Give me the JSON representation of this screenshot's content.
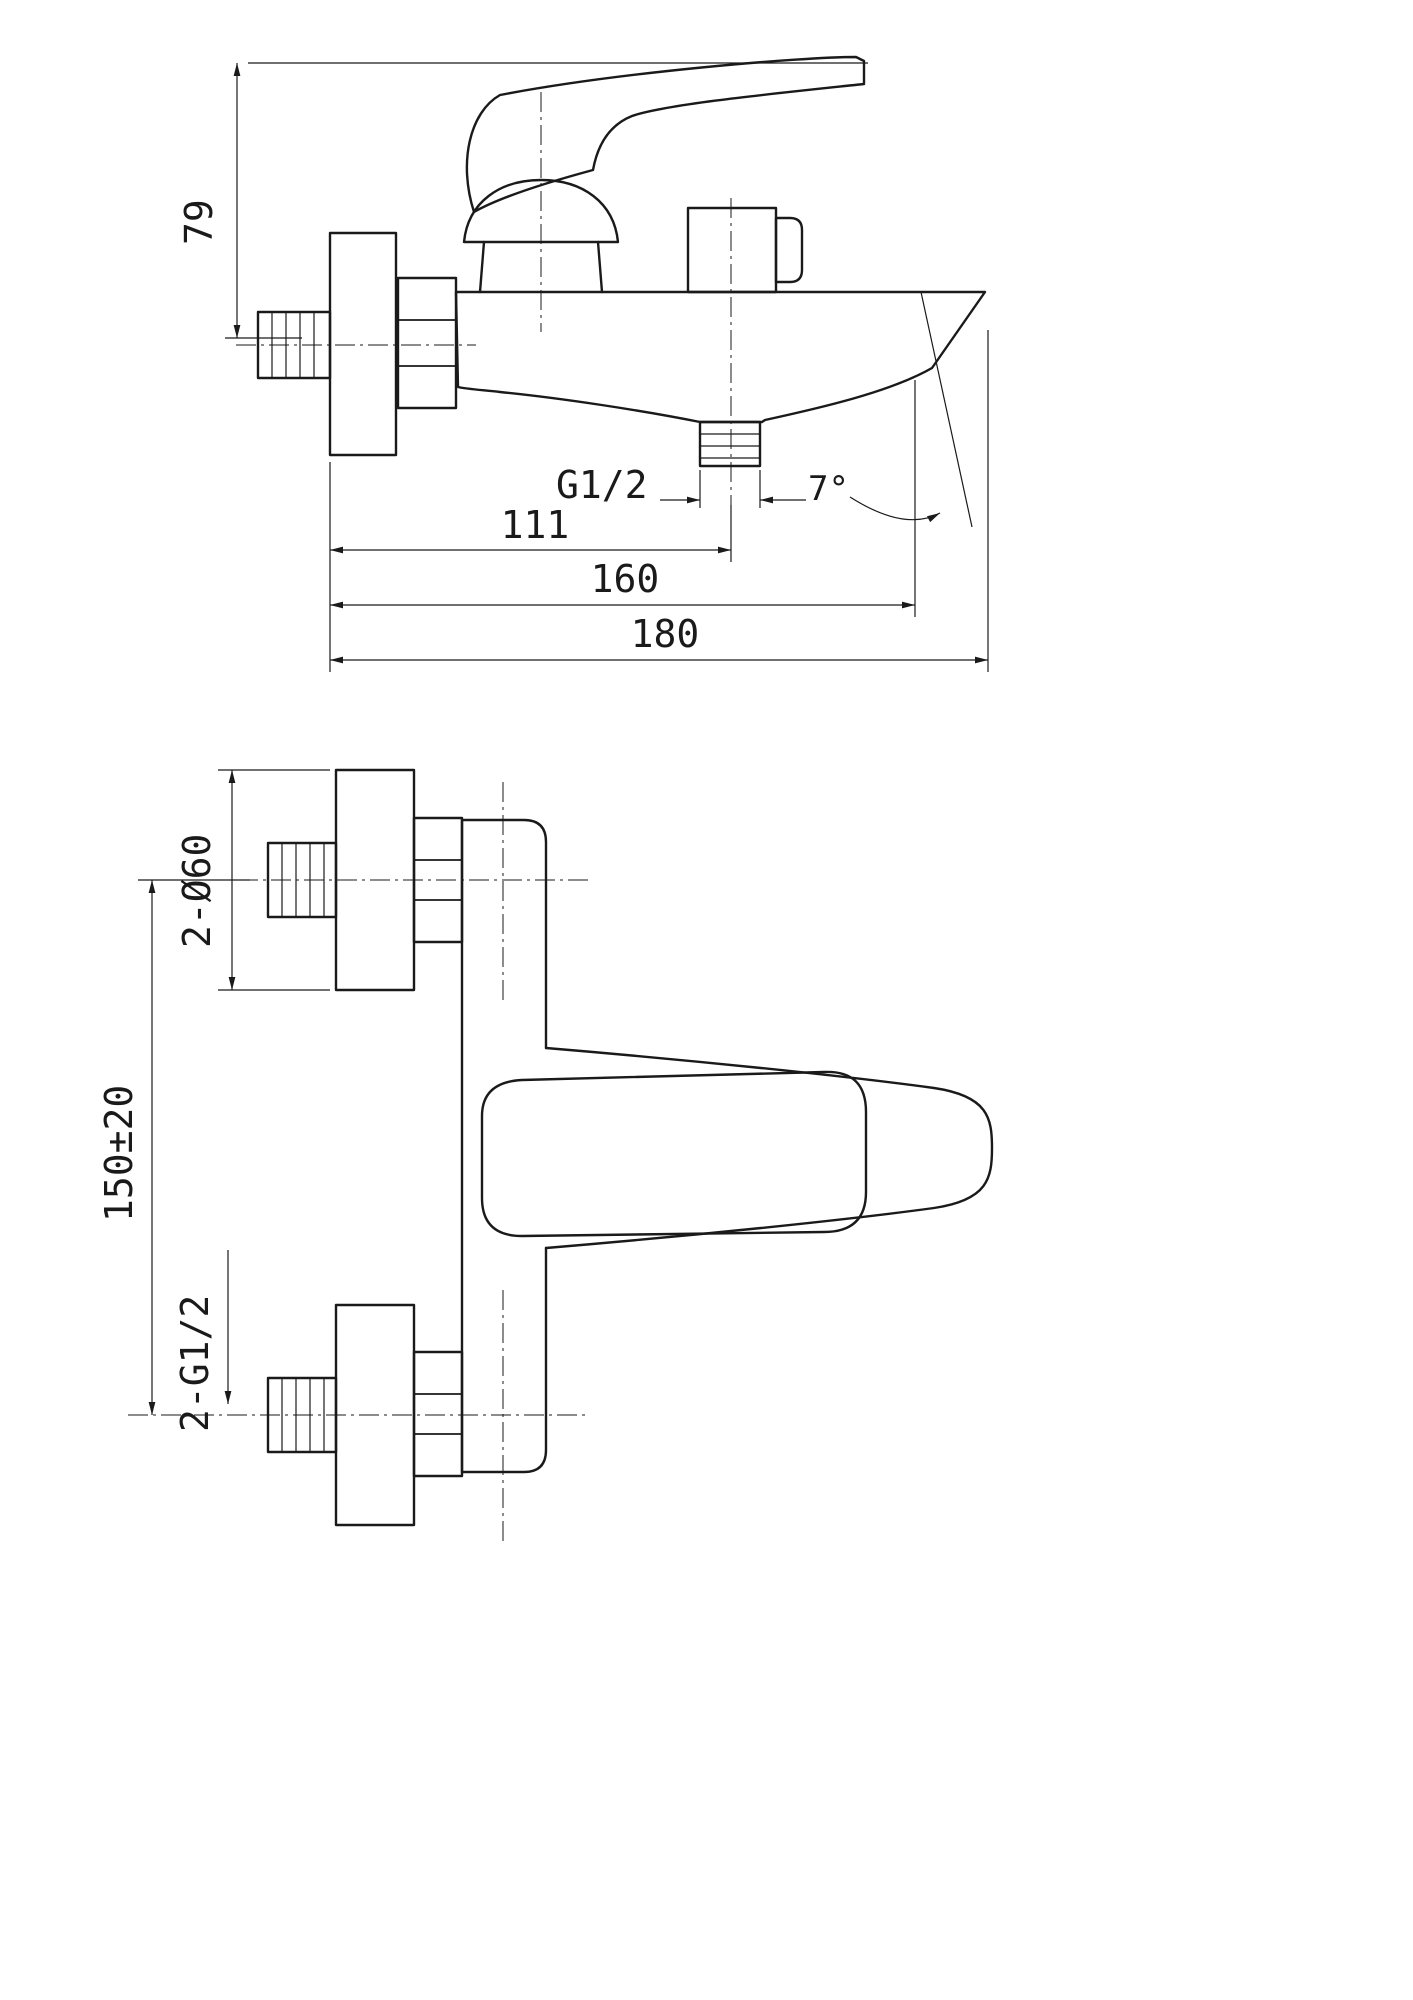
{
  "drawing": {
    "kind": "faucet-technical-drawing",
    "line_color": "#1a1a1a",
    "background_color": "#ffffff"
  },
  "side_view": {
    "dim_height": "79",
    "dim_outlet_thread": "G1/2",
    "dim_center_to_outlet": "111",
    "dim_to_spout_tip": "160",
    "dim_total_length": "180",
    "dim_spout_angle": "7°"
  },
  "front_view": {
    "dim_flange_diameter": "2-Ø60",
    "dim_inlet_spacing": "150±20",
    "dim_inlet_thread": "2-G1/2"
  }
}
